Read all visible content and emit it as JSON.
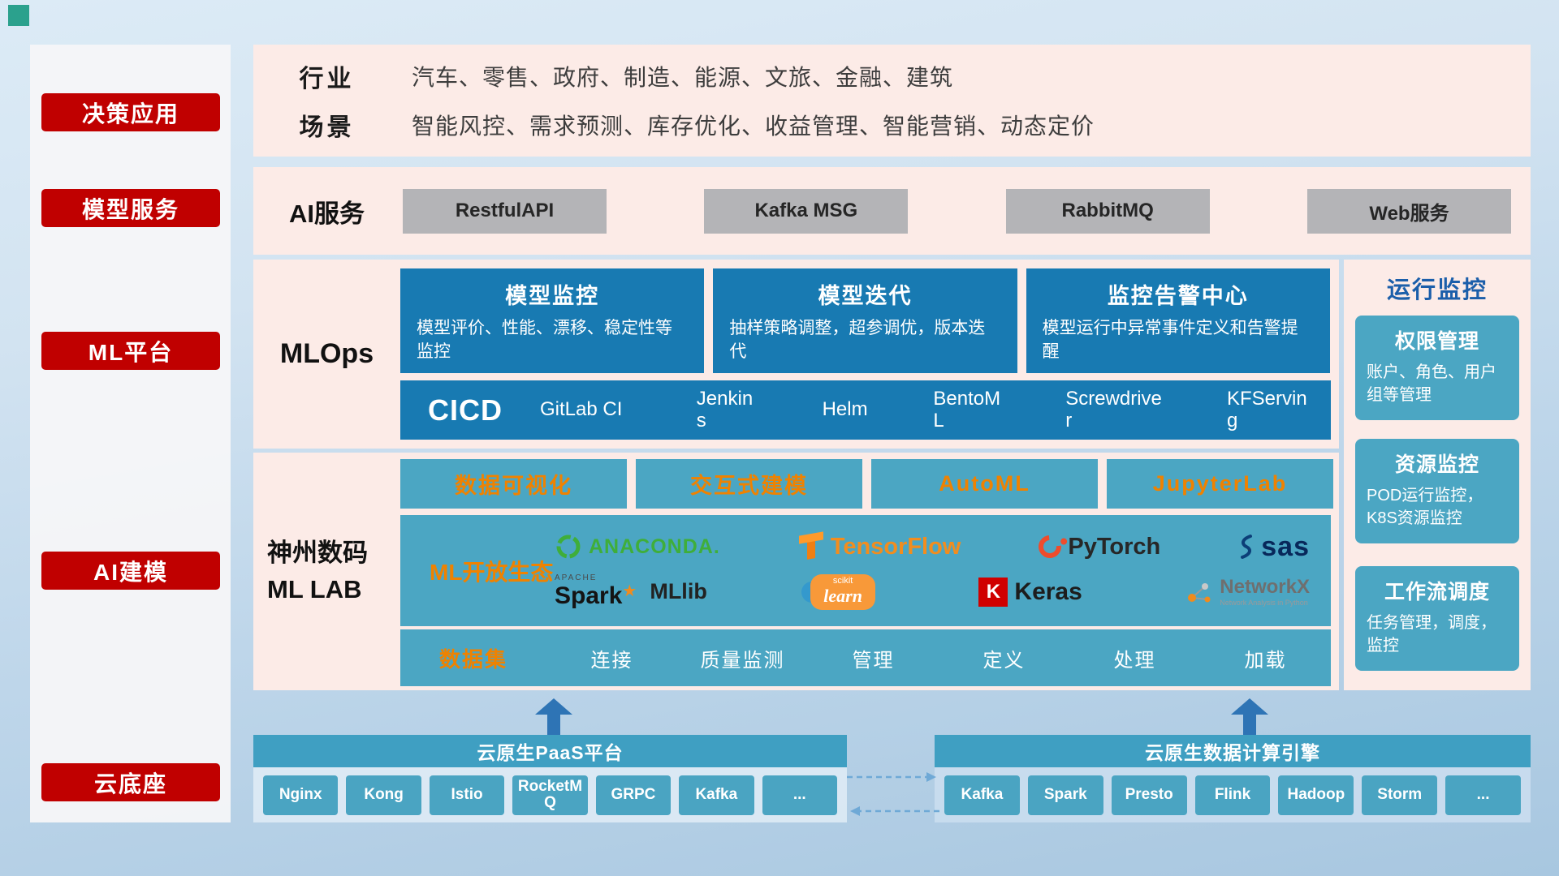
{
  "sidebar": {
    "items": [
      {
        "label": "决策应用"
      },
      {
        "label": "模型服务"
      },
      {
        "label": "ML平台"
      },
      {
        "label": "AI建模"
      },
      {
        "label": "云底座"
      }
    ]
  },
  "industry": {
    "row1_label": "行业",
    "row1_text": "汽车、零售、政府、制造、能源、文旅、金融、建筑",
    "row2_label": "场景",
    "row2_text": "智能风控、需求预测、库存优化、收益管理、智能营销、动态定价"
  },
  "ai_service": {
    "label": "AI服务",
    "buttons": [
      "RestfulAPI",
      "Kafka MSG",
      "RabbitMQ",
      "Web服务"
    ]
  },
  "mlops": {
    "label": "MLOps",
    "cards": [
      {
        "title": "模型监控",
        "body": "模型评价、性能、漂移、稳定性等监控"
      },
      {
        "title": "模型迭代",
        "body": "抽样策略调整，超参调优，版本迭代"
      },
      {
        "title": "监控告警中心",
        "body": "模型运行中异常事件定义和告警提醒"
      }
    ],
    "cicd_label": "CICD",
    "cicd_tools": [
      "GitLab CI",
      "Jenkins",
      "Helm",
      "BentoML",
      "Screwdriver",
      "KFServing"
    ]
  },
  "monitoring": {
    "title": "运行监控",
    "cards": [
      {
        "title": "权限管理",
        "body": "账户、角色、用户组等管理"
      },
      {
        "title": "资源监控",
        "body": "POD运行监控，K8S资源监控"
      },
      {
        "title": "工作流调度",
        "body": "任务管理，调度，监控"
      }
    ]
  },
  "mllab": {
    "label_line1": "神州数码",
    "label_line2": "ML LAB",
    "tabs": [
      "数据可视化",
      "交互式建模",
      "AutoML",
      "JupyterLab"
    ],
    "ecosystem_label": "ML开放生态",
    "logos": {
      "anaconda": "ANACONDA.",
      "tensorflow": "TensorFlow",
      "pytorch": "PyTorch",
      "sas": "sas",
      "apache": "APACHE",
      "spark": "Spark",
      "mllib": "MLlib",
      "scikit": "scikit",
      "learn": "learn",
      "keras_k": "K",
      "keras": "Keras",
      "networkx": "NetworkX",
      "networkx_sub": "Network Analysis in Python"
    },
    "dataset_label": "数据集",
    "dataset_items": [
      "连接",
      "质量监测",
      "管理",
      "定义",
      "处理",
      "加载"
    ]
  },
  "cloud": {
    "paas_title": "云原生PaaS平台",
    "paas_tools": [
      "Nginx",
      "Kong",
      "Istio",
      "RocketMQ",
      "GRPC",
      "Kafka",
      "..."
    ],
    "engine_title": "云原生数据计算引擎",
    "engine_tools": [
      "Kafka",
      "Spark",
      "Presto",
      "Flink",
      "Hadoop",
      "Storm",
      "..."
    ]
  }
}
